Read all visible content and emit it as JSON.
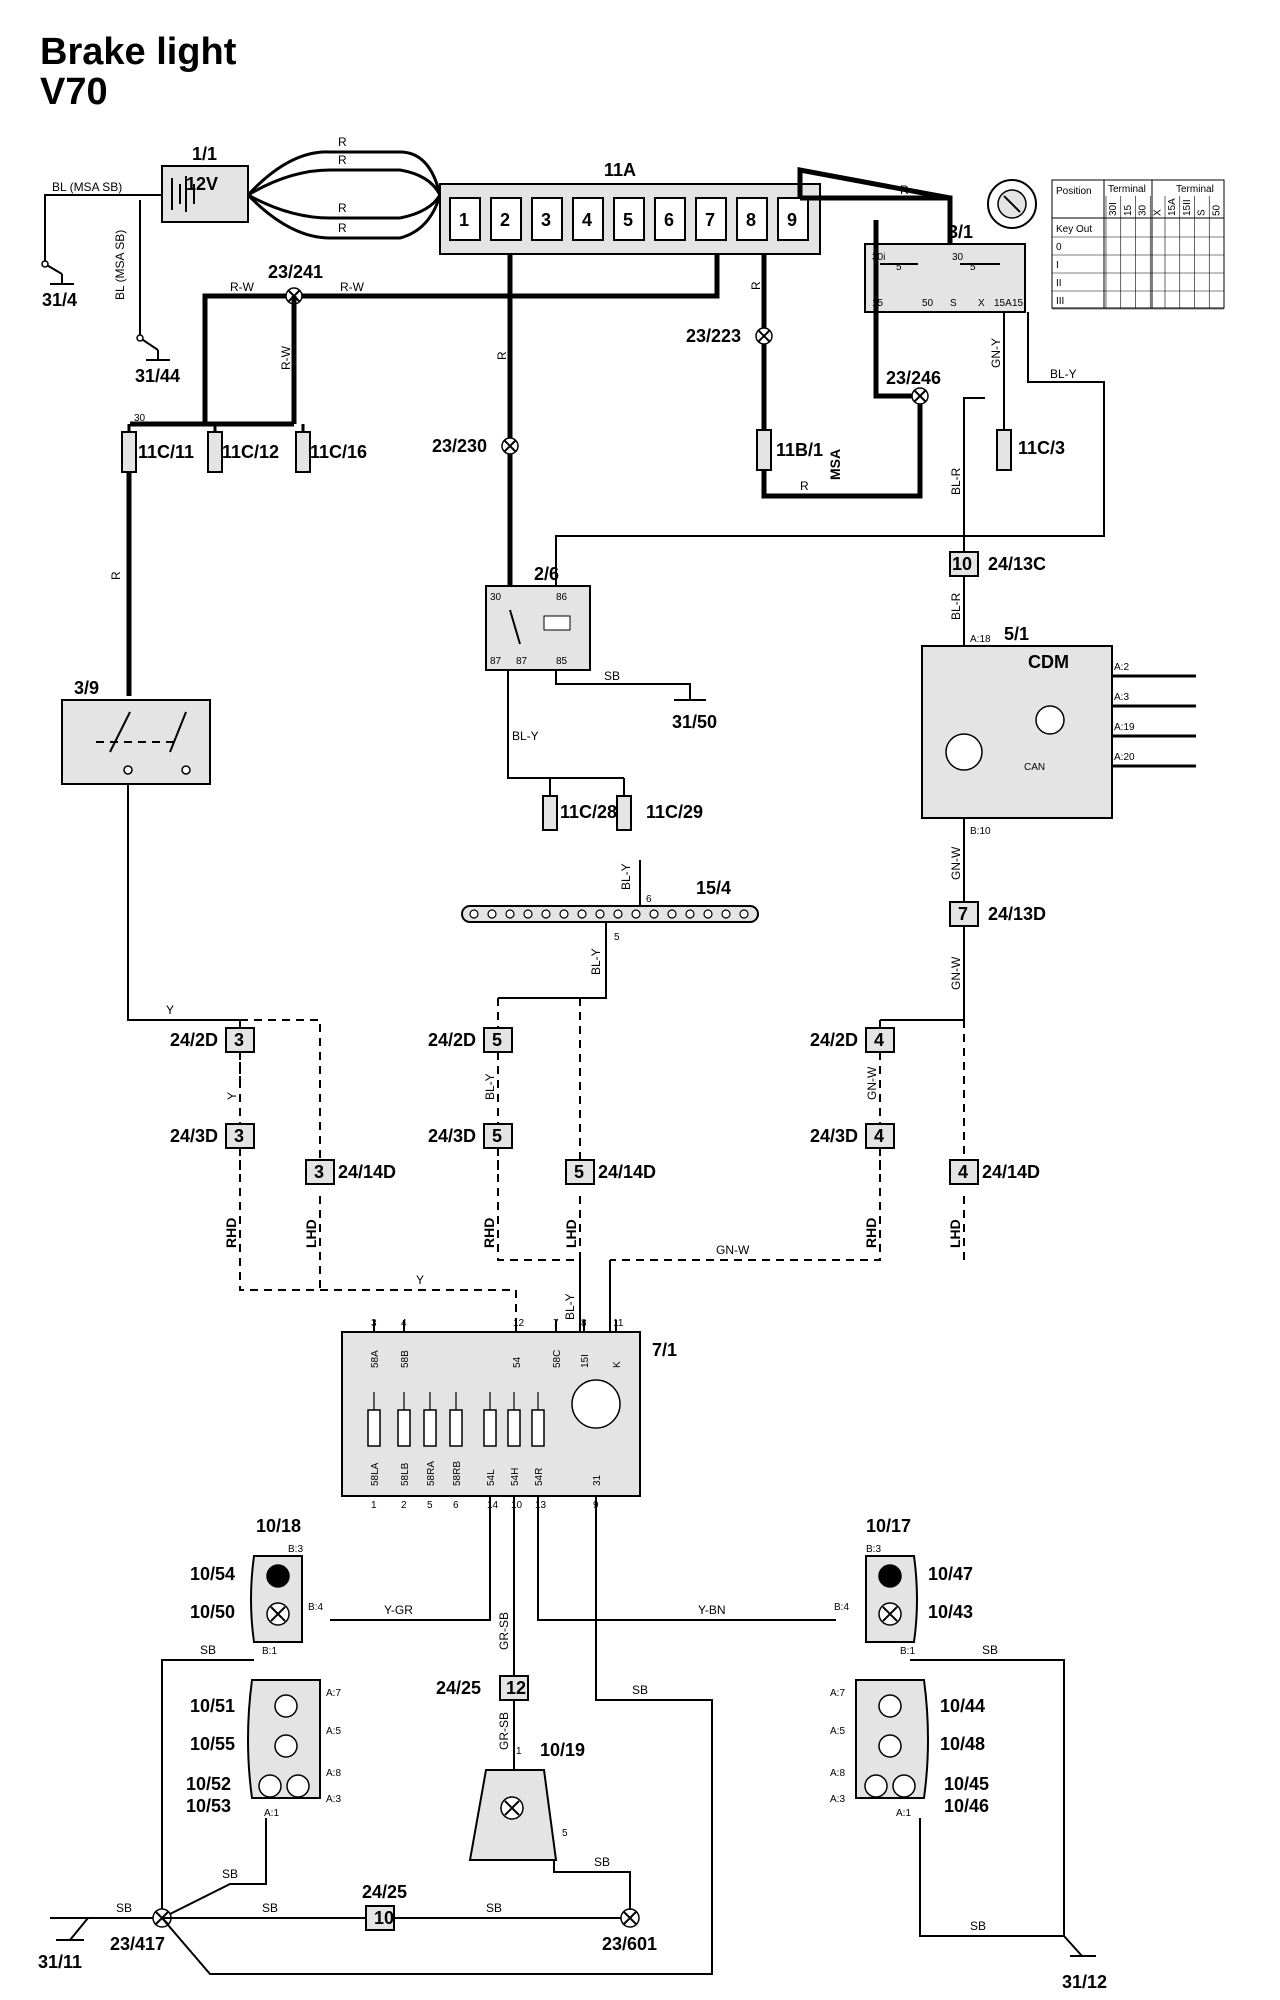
{
  "title": "Brake light",
  "subtitle": "V70",
  "components": {
    "battery": {
      "id": "1/1",
      "label": "12V"
    },
    "fusebox_11a": {
      "id": "11A",
      "slots": [
        "1",
        "2",
        "3",
        "4",
        "5",
        "6",
        "7",
        "8",
        "9"
      ]
    },
    "ignition": {
      "id": "3/1",
      "terms": {
        "t30i": "30i",
        "t5a": "5",
        "t30": "30",
        "t5b": "5",
        "t15": "15",
        "t50": "50",
        "ts": "S",
        "tx": "X",
        "t15a": "15A",
        "t15i": "15I"
      }
    },
    "ign_table": {
      "h_position": "Position",
      "h_terminal1": "Terminal",
      "h_terminal2": "Terminal",
      "cols": [
        "30I",
        "15",
        "30",
        "X",
        "15A",
        "15II",
        "S",
        "50"
      ],
      "rows": [
        "Key Out",
        "0",
        "I",
        "II",
        "III"
      ]
    },
    "sp_23_241": "23/241",
    "sp_23_223": "23/223",
    "sp_23_246": "23/246",
    "sp_23_230": "23/230",
    "f_11c11": "11C/11",
    "f_11c12": "11C/12",
    "f_11c16": "11C/16",
    "f_11b1": "11B/1",
    "f_11c3": "11C/3",
    "f_11c28": "11C/28",
    "f_11c29": "11C/29",
    "switch_3_9": "3/9",
    "relay_2_6": {
      "id": "2/6",
      "t30": "30",
      "t86": "86",
      "t87": "87",
      "t87b": "87",
      "t85": "85"
    },
    "ground_31_4": "31/4",
    "ground_31_44": "31/44",
    "ground_31_50": "31/50",
    "ground_31_11": "31/11",
    "ground_31_12": "31/12",
    "conn_24_13c": {
      "id": "24/13C",
      "pin": "10"
    },
    "cem_5_1": {
      "id": "5/1",
      "name": "CDM",
      "can": "CAN",
      "pins": [
        "A:2",
        "A:3",
        "A:19",
        "A:20"
      ],
      "a18": "A:18",
      "b10": "B:10"
    },
    "conn_24_13d": {
      "id": "24/13D",
      "pin": "7"
    },
    "bus_15_4": {
      "id": "15/4",
      "p6": "6",
      "p5": "5"
    },
    "c_2d": "24/2D",
    "c_3d": "24/3D",
    "c_14d": "24/14D",
    "pins_a": {
      "p3": "3",
      "p5": "5",
      "p4": "4"
    },
    "rhd": "RHD",
    "lhd": "LHD",
    "rem_7_1": {
      "id": "7/1",
      "top_pins": [
        "3",
        "4",
        "12",
        "7",
        "8",
        "11"
      ],
      "top_labels": [
        "58A",
        "58B",
        "54",
        "58C",
        "15I",
        "K"
      ],
      "bot_labels": [
        "58LA",
        "58LB",
        "58RA",
        "58RB",
        "54L",
        "54H",
        "54R",
        "31"
      ],
      "bot_pins": [
        "1",
        "2",
        "5",
        "6",
        "14",
        "10",
        "13",
        "9"
      ]
    },
    "lamp_10_18": "10/18",
    "lamp_10_54": "10/54",
    "lamp_10_50": "10/50",
    "lamp_10_17": "10/17",
    "lamp_10_47": "10/47",
    "lamp_10_43": "10/43",
    "lamp_10_51": "10/51",
    "lamp_10_55": "10/55",
    "lamp_10_52": "10/52",
    "lamp_10_53": "10/53",
    "lamp_10_44": "10/44",
    "lamp_10_48": "10/48",
    "lamp_10_45": "10/45",
    "lamp_10_46": "10/46",
    "lamp_10_19": "10/19",
    "conn_24_25": "24/25",
    "conn_24_25_pin": "12",
    "conn_24_25b_pin": "10",
    "sp_23_417": "23/417",
    "sp_23_601": "23/601",
    "pins_b": {
      "b3": "B:3",
      "b4": "B:4",
      "b1": "B:1",
      "a7": "A:7",
      "a5": "A:5",
      "a8": "A:8",
      "a3": "A:3",
      "a1": "A:1",
      "p1": "1",
      "p5": "5"
    }
  },
  "wire_colors": {
    "r": "R",
    "rw": "R-W",
    "bl_msa_sb": "BL (MSA SB)",
    "gn_y": "GN-Y",
    "bl_y": "BL-Y",
    "bl_r": "BL-R",
    "msa": "MSA",
    "sb": "SB",
    "gn_w": "GN-W",
    "y": "Y",
    "y_gr": "Y-GR",
    "y_bn": "Y-BN",
    "gr_sb": "GR-SB"
  }
}
